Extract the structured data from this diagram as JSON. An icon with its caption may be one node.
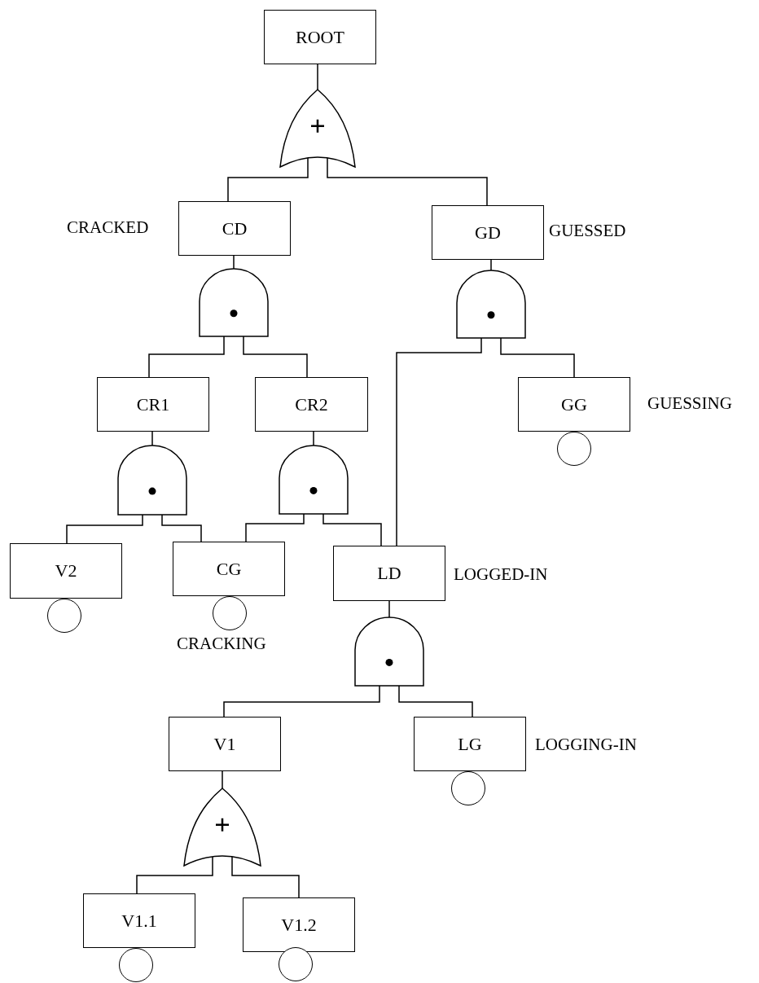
{
  "diagram": {
    "nodes": [
      {
        "text": [
          "ROOT"
        ]
      },
      {
        "text": [],
        "shape": "or-gate"
      },
      {
        "text": [
          "CD"
        ],
        "beside": [
          "CRACKED"
        ]
      },
      {
        "text": [
          "GD"
        ],
        "beside": [
          "GUESSED"
        ]
      },
      {
        "text": [],
        "shape": "and-gate"
      },
      {
        "text": [],
        "shape": "and-gate"
      },
      {
        "text": [
          "CR1"
        ]
      },
      {
        "text": [
          "CR2"
        ]
      },
      {
        "text": [
          "GG"
        ],
        "beside": [
          "GUESSING"
        ]
      },
      {
        "text": [],
        "shape": "and-gate"
      },
      {
        "text": [],
        "shape": "and-gate"
      },
      {
        "text": [
          "V2"
        ]
      },
      {
        "text": [
          "CG"
        ]
      },
      {
        "text": [
          "LD"
        ],
        "beside": [
          "LOGGED-IN"
        ]
      },
      {
        "text": [],
        "shape": "circle"
      },
      {
        "text": [],
        "shape": "circle"
      },
      {
        "text": [],
        "shape": "circle"
      },
      {
        "text": [],
        "shape": "and-gate"
      },
      {
        "text": [
          "V1"
        ]
      },
      {
        "text": [
          "LG"
        ],
        "beside": [
          "LOGGING-IN"
        ]
      },
      {
        "text": [],
        "shape": "or-gate"
      },
      {
        "text": [],
        "shape": "circle"
      },
      {
        "text": [
          "V1.1"
        ]
      },
      {
        "text": [
          "V1.2"
        ]
      },
      {
        "text": [],
        "shape": "circle"
      },
      {
        "text": [],
        "shape": "circle"
      }
    ],
    "edges": [
      {
        "from": 0,
        "to": 1,
        "arrow": "none"
      },
      {
        "from": 1,
        "to": 2,
        "arrow": "none"
      },
      {
        "from": 1,
        "to": 3,
        "arrow": "none"
      },
      {
        "from": 2,
        "to": 4,
        "arrow": "none"
      },
      {
        "from": 3,
        "to": 5,
        "arrow": "none"
      },
      {
        "from": 4,
        "to": 6,
        "arrow": "none"
      },
      {
        "from": 4,
        "to": 7,
        "arrow": "none"
      },
      {
        "from": 5,
        "to": 13,
        "arrow": "none"
      },
      {
        "from": 5,
        "to": 8,
        "arrow": "none"
      },
      {
        "from": 6,
        "to": 9,
        "arrow": "none"
      },
      {
        "from": 7,
        "to": 10,
        "arrow": "none"
      },
      {
        "from": 9,
        "to": 11,
        "arrow": "none"
      },
      {
        "from": 9,
        "to": 12,
        "arrow": "none"
      },
      {
        "from": 10,
        "to": 12,
        "arrow": "none"
      },
      {
        "from": 10,
        "to": 13,
        "arrow": "none"
      },
      {
        "from": 13,
        "to": 17,
        "arrow": "none"
      },
      {
        "from": 17,
        "to": 18,
        "arrow": "none"
      },
      {
        "from": 17,
        "to": 19,
        "arrow": "none"
      },
      {
        "from": 18,
        "to": 20,
        "arrow": "none"
      },
      {
        "from": 20,
        "to": 22,
        "arrow": "none"
      },
      {
        "from": 20,
        "to": 23,
        "arrow": "none"
      }
    ],
    "labels": [
      "CRACKING"
    ]
  }
}
